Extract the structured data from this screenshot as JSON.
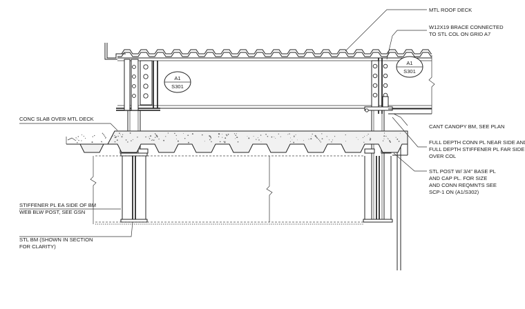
{
  "notes": [
    {
      "id": "mtl-roof-deck",
      "lines": [
        "MTL ROOF DECK"
      ]
    },
    {
      "id": "w12x19-brace",
      "lines": [
        "W12X19 BRACE CONNECTED",
        "TO STL COL ON GRID A7"
      ]
    },
    {
      "id": "conc-slab",
      "lines": [
        "CONC SLAB OVER MTL DECK"
      ]
    },
    {
      "id": "cant-canopy-bm",
      "lines": [
        "CANT CANOPY BM, SEE PLAN"
      ]
    },
    {
      "id": "full-depth-conn-pl",
      "lines": [
        "FULL DEPTH CONN PL NEAR SIDE AND",
        "FULL DEPTH STIFFENER PL FAR SIDE",
        "OVER COL"
      ]
    },
    {
      "id": "stl-post",
      "lines": [
        "STL POST W/ 3/4\" BASE PL",
        "AND CAP PL. FOR SIZE",
        "AND CONN REQMNTS SEE",
        "SCP-1 ON (A1/S302)"
      ]
    },
    {
      "id": "stiffener-pl",
      "lines": [
        "STIFFENER PL EA SIDE OF BM",
        "WEB BLW POST, SEE GSN"
      ]
    },
    {
      "id": "stl-bm",
      "lines": [
        "STL BM (SHOWN IN SECTION",
        "FOR CLARITY)"
      ]
    }
  ],
  "section_callouts": [
    {
      "id": "callout-left",
      "number": "A1",
      "sheet": "S301"
    },
    {
      "id": "callout-right",
      "number": "A1",
      "sheet": "S301"
    }
  ]
}
